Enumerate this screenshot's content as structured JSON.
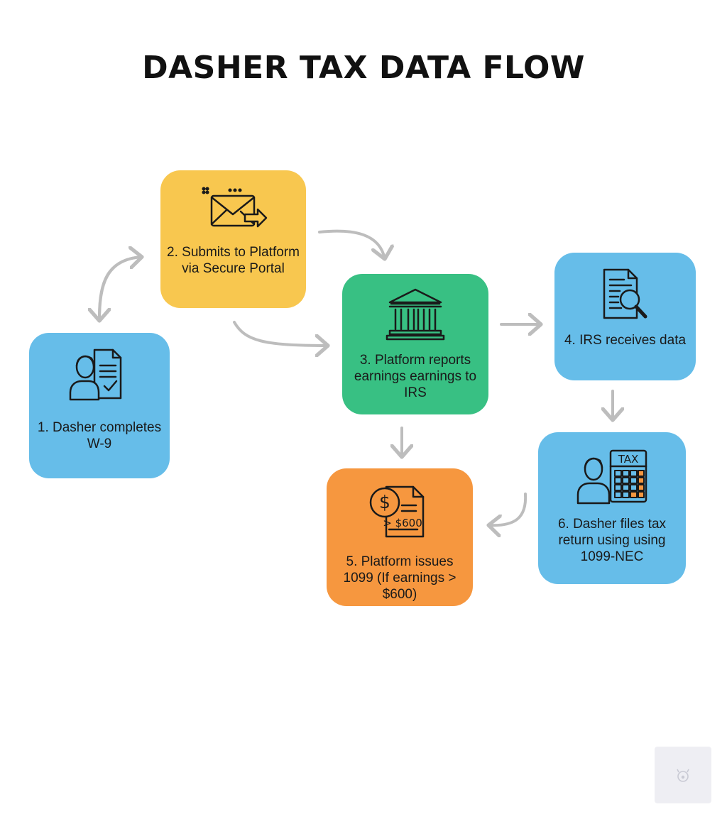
{
  "title": "DASHER TAX DATA FLOW",
  "steps": [
    {
      "label": "1. Dasher completes W-9",
      "color": "#66bde9",
      "icon": "person-document-check-icon"
    },
    {
      "label": "2. Submits to Platform via Secure Portal",
      "color": "#f8c74f",
      "icon": "envelope-send-icon"
    },
    {
      "label": "3. Platform reports earnings earnings to IRS",
      "color": "#38c083",
      "icon": "bank-building-icon"
    },
    {
      "label": "4. IRS receives data",
      "color": "#66bde9",
      "icon": "document-magnifier-icon"
    },
    {
      "label": "5. Platform issues 1099 (If earnings > $600)",
      "color": "#f6973f",
      "icon": "dollar-document-icon"
    },
    {
      "label": "6. Dasher files tax return using using 1099-NEC",
      "color": "#66bde9",
      "icon": "person-tax-calculator-icon"
    }
  ],
  "icon_text": {
    "threshold": "> $600",
    "dollar": "$",
    "tax": "TAX"
  }
}
